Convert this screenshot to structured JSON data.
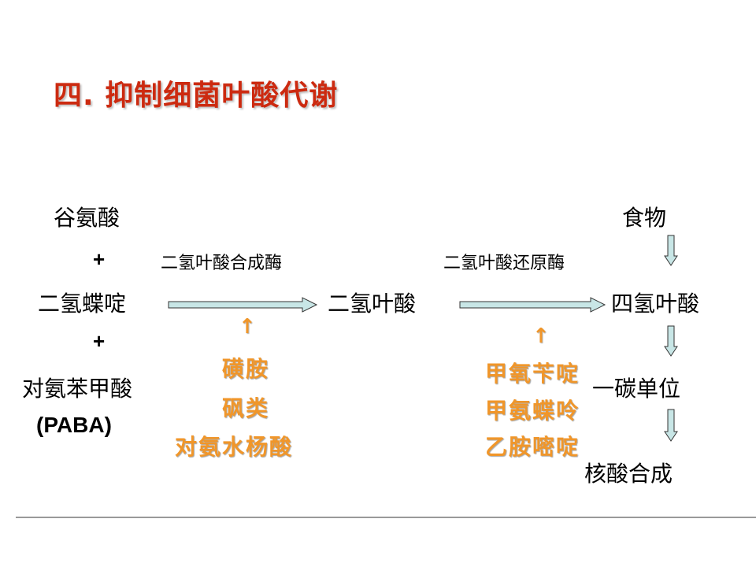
{
  "title": "四. 抑制细菌叶酸代谢",
  "left_column": {
    "glutamate": "谷氨酸",
    "plus1": "+",
    "pteridine": "二氢蝶啶",
    "plus2": "+",
    "paba_cn": "对氨苯甲酸",
    "paba_abbr": "(PABA)"
  },
  "enzymes": {
    "synthase": "二氢叶酸合成酶",
    "reductase": "二氢叶酸还原酶"
  },
  "compounds": {
    "dhf": "二氢叶酸",
    "thf": "四氢叶酸",
    "food": "食物",
    "one_carbon": "一碳单位",
    "nucleic_acid": "核酸合成"
  },
  "inhibitors_synthase": {
    "arrow": "↑",
    "items": [
      "磺胺",
      "砜类",
      "对氨水杨酸"
    ]
  },
  "inhibitors_reductase": {
    "arrow": "↑",
    "items": [
      "甲氧苄啶",
      "甲氨蝶呤",
      "乙胺嘧啶"
    ]
  },
  "colors": {
    "title": "#cc2a10",
    "inhibitor": "#f0962a",
    "arrow_fill": "#c8e6e6",
    "rule": "#9a9a9a"
  }
}
